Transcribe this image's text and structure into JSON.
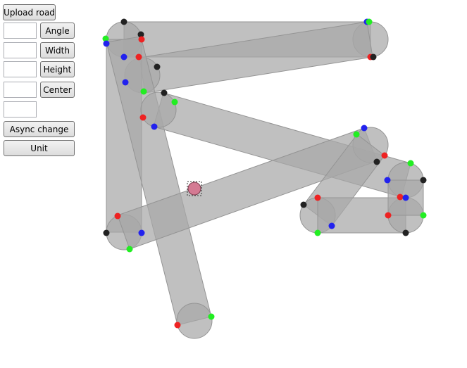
{
  "toolbar": {
    "upload_label": "Upload road",
    "angle_label": "Angle",
    "width_label": "Width",
    "height_label": "Height",
    "center_label": "Center",
    "async_label": "Async change",
    "unit_label": "Unit",
    "angle_value": "",
    "width_value": "",
    "height_value": "",
    "center_value": "",
    "extra_value": ""
  },
  "colors": {
    "segment_fill": "#a8a8a8",
    "segment_stroke": "#949494",
    "marker_fill": "#d47a93",
    "marker_stroke": "#7a3a4c",
    "dot_red": "#ee2222",
    "dot_green": "#22ee22",
    "dot_blue": "#2222ee",
    "dot_black": "#222222"
  }
}
